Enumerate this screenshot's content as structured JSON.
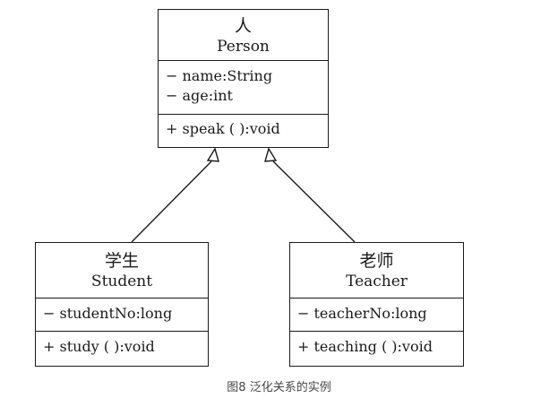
{
  "diagram": {
    "person": {
      "name_cn": "人",
      "name_en": "Person",
      "attributes": [
        "− name:String",
        "− age:int"
      ],
      "operations": [
        "+ speak ( ):void"
      ]
    },
    "student": {
      "name_cn": "学生",
      "name_en": "Student",
      "attributes": [
        "− studentNo:long"
      ],
      "operations": [
        "+ study ( ):void"
      ]
    },
    "teacher": {
      "name_cn": "老师",
      "name_en": "Teacher",
      "attributes": [
        "− teacherNo:long"
      ],
      "operations": [
        "+ teaching ( ):void"
      ]
    }
  },
  "caption": "图8 泛化关系的实例"
}
